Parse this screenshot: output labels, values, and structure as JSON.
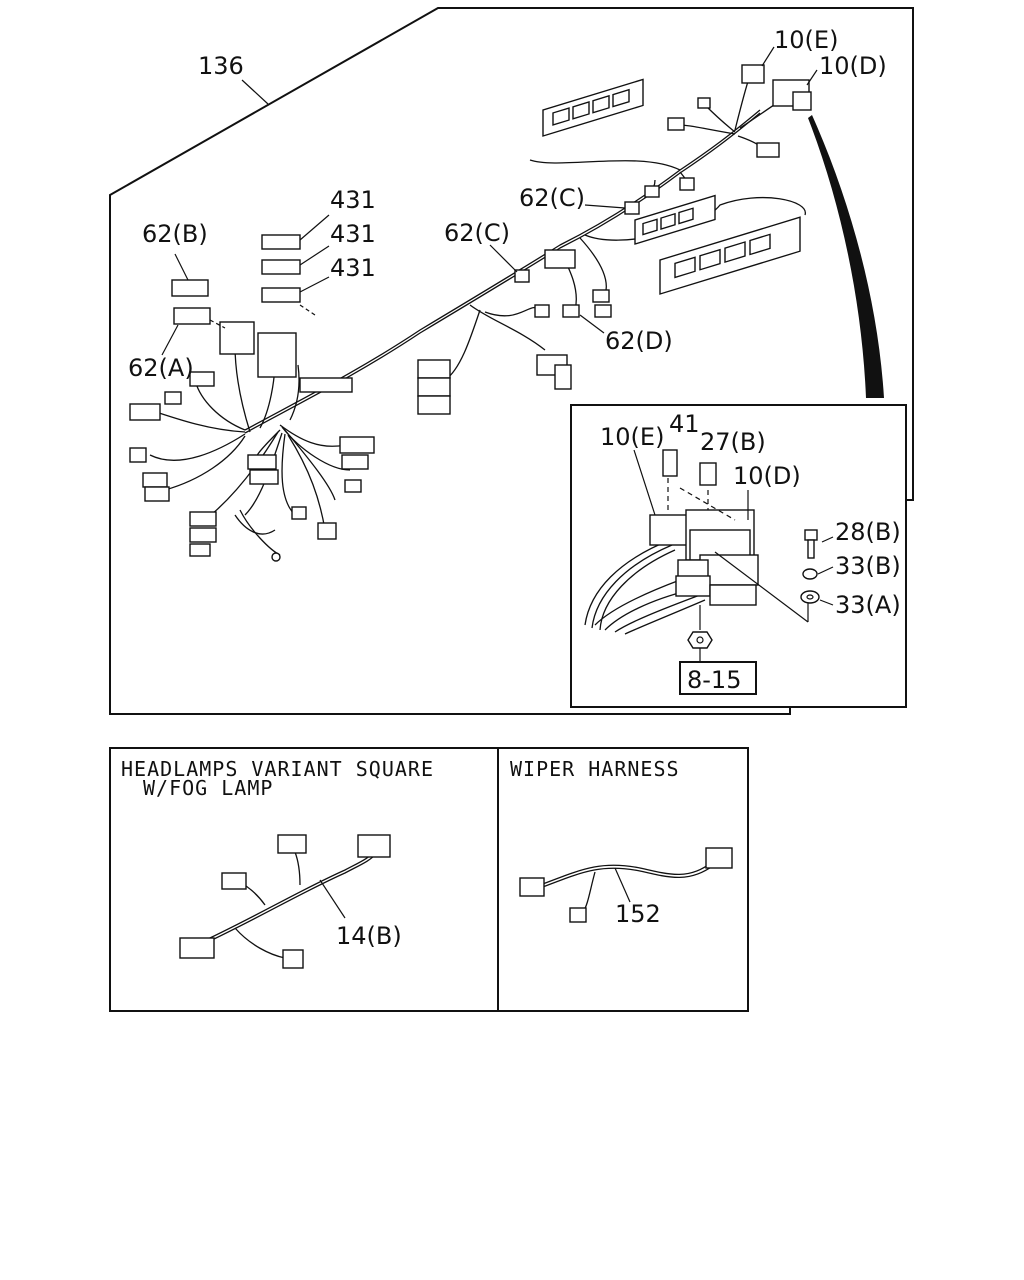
{
  "main_diagram": {
    "labels": {
      "harness_main": "136",
      "conn_10e_top": "10(E)",
      "conn_10d_top": "10(D)",
      "part_431_a": "431",
      "part_431_b": "431",
      "part_431_c": "431",
      "conn_62b": "62(B)",
      "conn_62a": "62(A)",
      "conn_62c_upper": "62(C)",
      "conn_62c_lower": "62(C)",
      "conn_62d": "62(D)"
    }
  },
  "detail_inset": {
    "labels": {
      "conn_10e": "10(E)",
      "part_41": "41",
      "part_27b": "27(B)",
      "conn_10d": "10(D)",
      "bolt_28b": "28(B)",
      "washer_33b": "33(B)",
      "washer_33a": "33(A)",
      "ref_box": "8-15"
    }
  },
  "variant_panels": [
    {
      "title_line1": "HEADLAMPS VARIANT SQUARE",
      "title_line2": "W/FOG LAMP",
      "part_label": "14(B)"
    },
    {
      "title_line1": "WIPER HARNESS",
      "title_line2": "",
      "part_label": "152"
    }
  ]
}
